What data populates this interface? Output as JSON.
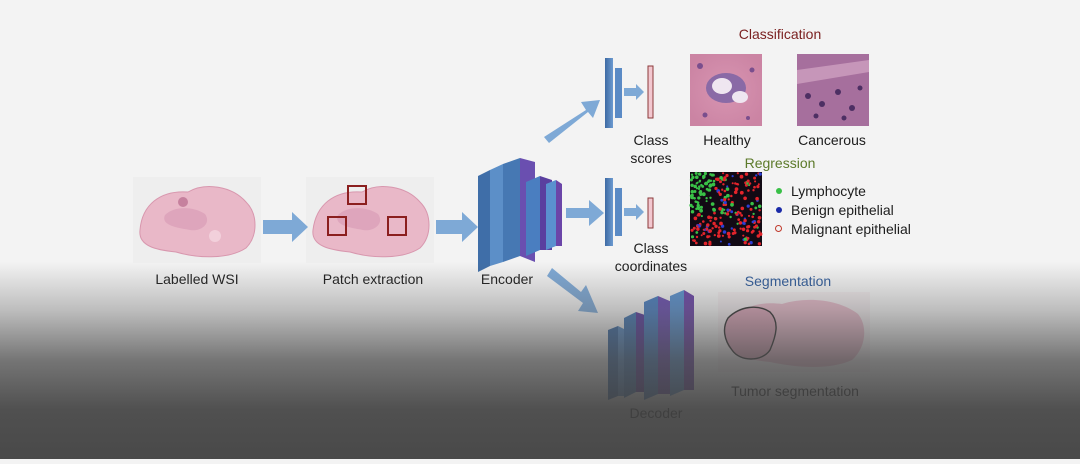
{
  "stages": {
    "wsi_label": "Labelled WSI",
    "patch_label": "Patch extraction",
    "encoder_label": "Encoder",
    "decoder_label": "Decoder"
  },
  "classification": {
    "title": "Classification",
    "output_label_line1": "Class",
    "output_label_line2": "scores",
    "examples": [
      "Healthy",
      "Cancerous"
    ]
  },
  "regression": {
    "title": "Regression",
    "output_label_line1": "Class",
    "output_label_line2": "coordinates",
    "legend": [
      "Lymphocyte",
      "Benign epithelial",
      "Malignant epithelial"
    ]
  },
  "segmentation": {
    "title": "Segmentation",
    "example_label": "Tumor segmentation"
  },
  "colors": {
    "arrow": "#7ea9d6",
    "layer_blue": "#4f7fb7",
    "layer_purple": "#5b4aa8",
    "classification_title": "#7a1f1f",
    "regression_title": "#5c7a2a",
    "segmentation_title": "#2f5b9a",
    "tissue_pink": "#e9b8c8",
    "lymphocyte": "#39c047",
    "benign": "#1a2aa8",
    "malignant": "#c0392b"
  }
}
